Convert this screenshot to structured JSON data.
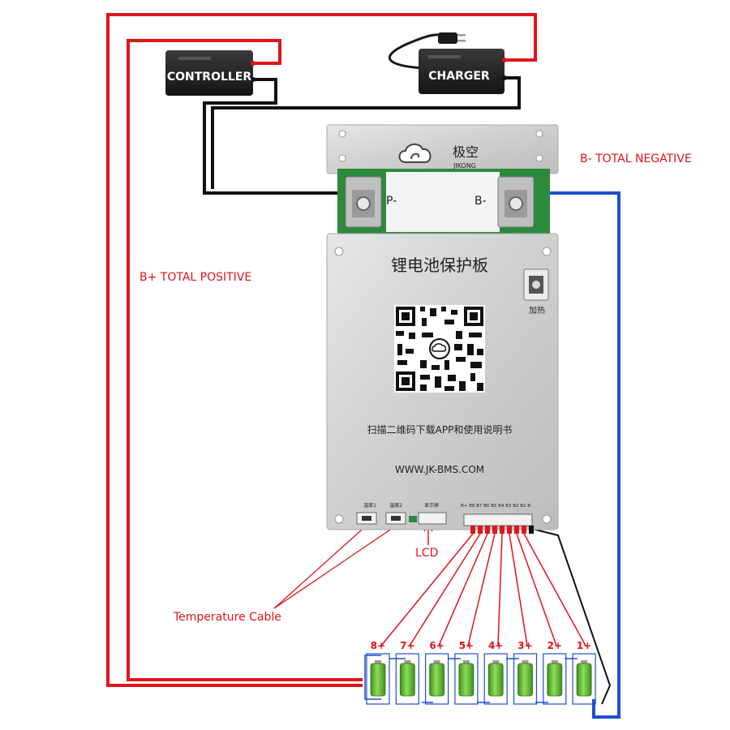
{
  "labels": {
    "controller": "CONTROLLER",
    "charger": "CHARGER",
    "b_negative": "B- TOTAL NEGATIVE",
    "b_positive": "B+ TOTAL POSITIVE",
    "temperature_cable": "Temperature Cable",
    "lcd": "LCD"
  },
  "board": {
    "brand_cn": "极空",
    "brand_en": "JIKONG",
    "terminal_p": "P-",
    "terminal_b": "B-",
    "title_cn": "锂电池保护板",
    "heat_label": "加热",
    "instruction_cn": "扫描二维码下载APP和使用说明书",
    "website": "WWW.JK-BMS.COM",
    "temp1_label": "温度1",
    "temp2_label": "温度2",
    "display_label": "显示屏",
    "balance_label": "B+ B8 B7 B6 B5 B4 B3 B2 B1 B-"
  },
  "cells": [
    "8+",
    "7+",
    "6+",
    "5+",
    "4+",
    "3+",
    "2+",
    "1+"
  ],
  "colors": {
    "positive_wire": "#e0141b",
    "negative_wire": "#1e4fd0",
    "signal_wire": "#111111",
    "label_red": "#e0141b",
    "board_aluminum": "#d4d4d4",
    "pcb_green": "#2c8a3c",
    "cell_green": "#6fc23a"
  },
  "icons": {
    "cloud_logo": "cloud-logo-icon",
    "qr_code": "qr-code-icon",
    "ac_plug": "ac-plug-icon"
  }
}
